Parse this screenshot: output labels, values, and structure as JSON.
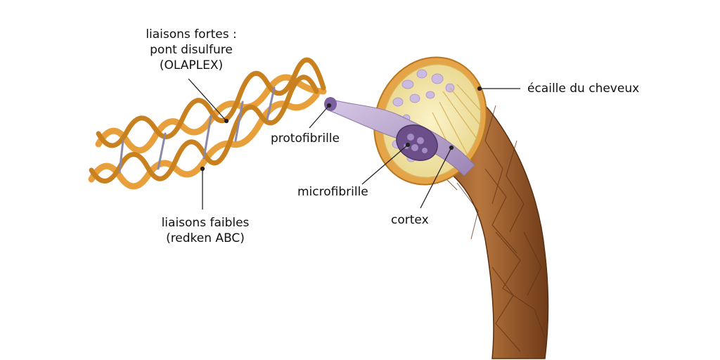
{
  "labels": {
    "strong_bonds": [
      "liaisons fortes :",
      "pont disulfure",
      "(OLAPLEX)"
    ],
    "protofibril": "protofibrille",
    "microfibril": "microfibrille",
    "weak_bonds": [
      "liaisons faibles",
      "(redken ABC)"
    ],
    "cortex": "cortex",
    "cuticle": "écaille du cheveux"
  },
  "colors": {
    "helix": "#e8a03c",
    "helix_dark": "#b86d16",
    "protofibril": "#b9a3cc",
    "microfibril": "#6c4f88",
    "hair_shaft": "#9a5a2a",
    "cortex": "#f2e6a8",
    "leader_line": "#222222"
  }
}
